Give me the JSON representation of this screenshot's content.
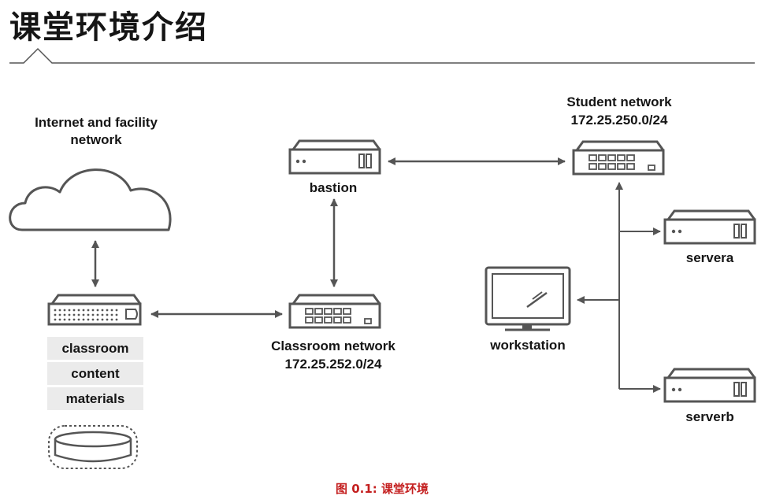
{
  "title": "课堂环境介绍",
  "nodes": {
    "internet": {
      "line1": "Internet and facility",
      "line2": "network"
    },
    "classroom_content": {
      "lines": [
        "classroom",
        "content",
        "materials"
      ]
    },
    "classroom_network": {
      "line1": "Classroom network",
      "line2": "172.25.252.0/24"
    },
    "bastion": {
      "label": "bastion"
    },
    "student_network": {
      "line1": "Student network",
      "line2": "172.25.250.0/24"
    },
    "workstation": {
      "label": "workstation"
    },
    "servera": {
      "label": "servera"
    },
    "serverb": {
      "label": "serverb"
    }
  },
  "caption": "图 0.1: 课堂环境",
  "colors": {
    "stroke": "#555555",
    "caption": "#c41f1f",
    "label_bg": "#ebebeb"
  },
  "icons": [
    "cloud-icon",
    "switch-icon",
    "server-icon",
    "monitor-icon",
    "disk-icon"
  ]
}
